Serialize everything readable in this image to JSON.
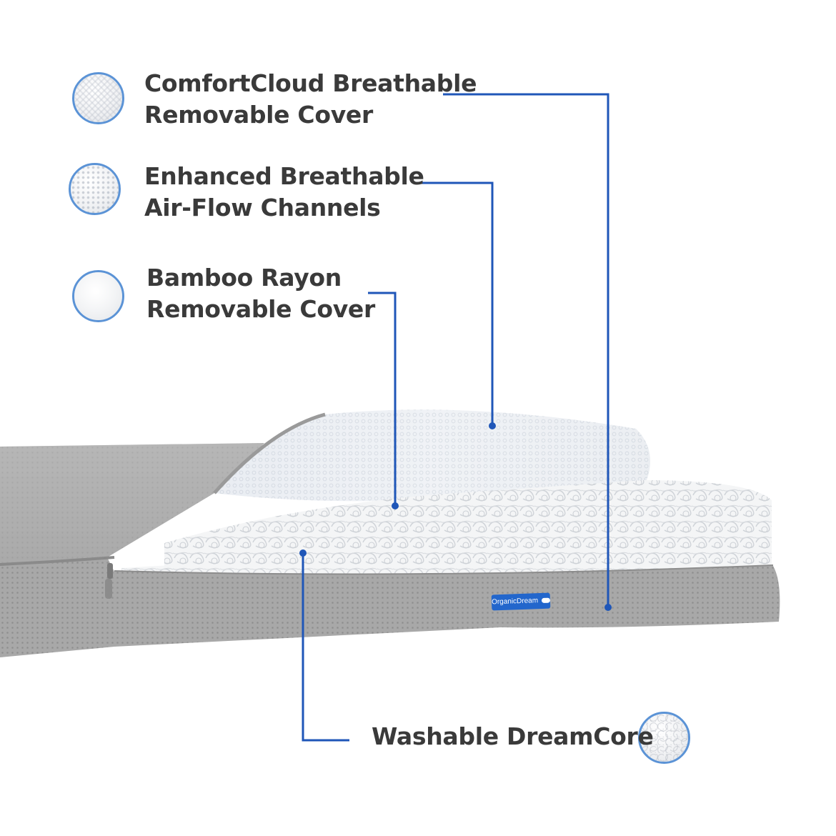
{
  "features": [
    {
      "line1": "ComfortCloud Breathable",
      "line2": "Removable Cover",
      "swatch_icon": "knit-fabric-swatch-icon"
    },
    {
      "line1": "Enhanced Breathable",
      "line2": "Air-Flow Channels",
      "swatch_icon": "mesh-fabric-swatch-icon"
    },
    {
      "line1": "Bamboo Rayon",
      "line2": "Removable Cover",
      "swatch_icon": "smooth-fabric-swatch-icon"
    },
    {
      "line1": "Washable DreamCore",
      "line2": "",
      "swatch_icon": "fiber-core-swatch-icon"
    }
  ],
  "product": {
    "brand_tag": "OrganicDream"
  },
  "colors": {
    "callout_line": "#1f56b8",
    "label_text": "#3a3a3a",
    "swatch_ring": "#5b93d6",
    "cover_gray": "#a9a9a9",
    "brand_tag_bg": "#2266cc"
  }
}
